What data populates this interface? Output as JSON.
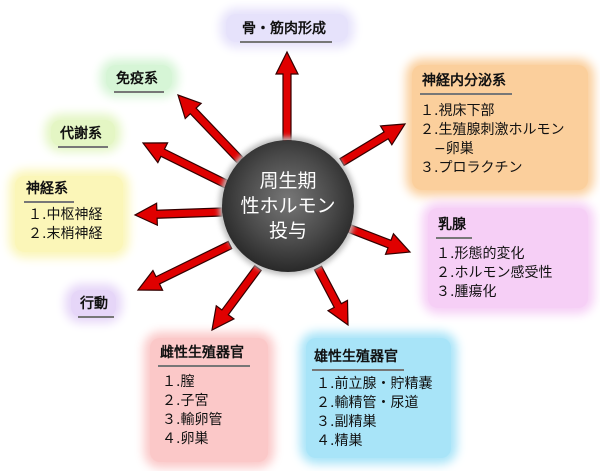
{
  "center": {
    "lines": [
      "周生期",
      "性ホルモン",
      "投与"
    ]
  },
  "boxes": {
    "bone": {
      "title": "骨・筋肉形成",
      "color": "#e6e2fb"
    },
    "immune": {
      "title": "免疫系",
      "color": "#d6f5d6"
    },
    "metabolic": {
      "title": "代謝系",
      "color": "#e4f6c4"
    },
    "nervous": {
      "title": "神経系",
      "items": [
        "１.中枢神経",
        "２.末梢神経"
      ],
      "color": "#fbf6b8"
    },
    "behavior": {
      "title": "行動",
      "color": "#e6d6f8"
    },
    "neuroendocrine": {
      "title": "神経内分泌系",
      "items": [
        "１.視床下部",
        "２.生殖腺刺激ホルモン",
        "−卵巣",
        "３.プロラクチン"
      ],
      "color": "#fbcf9c"
    },
    "mammary": {
      "title": "乳腺",
      "items": [
        "１.形態的変化",
        "２.ホルモン感受性",
        "３.腫瘍化"
      ],
      "color": "#f6cff6"
    },
    "female": {
      "title": "雌性生殖器官",
      "items": [
        "１.膣",
        "２.子宮",
        "３.輸卵管",
        "４.卵巣"
      ],
      "color": "#fbc8c8"
    },
    "male": {
      "title": "雄性生殖器官",
      "items": [
        "１.前立腺・貯精嚢",
        "２.輸精管・尿道",
        "３.副精巣",
        "４.精巣"
      ],
      "color": "#a8e4f8"
    }
  },
  "arrow_color": "#e00000"
}
